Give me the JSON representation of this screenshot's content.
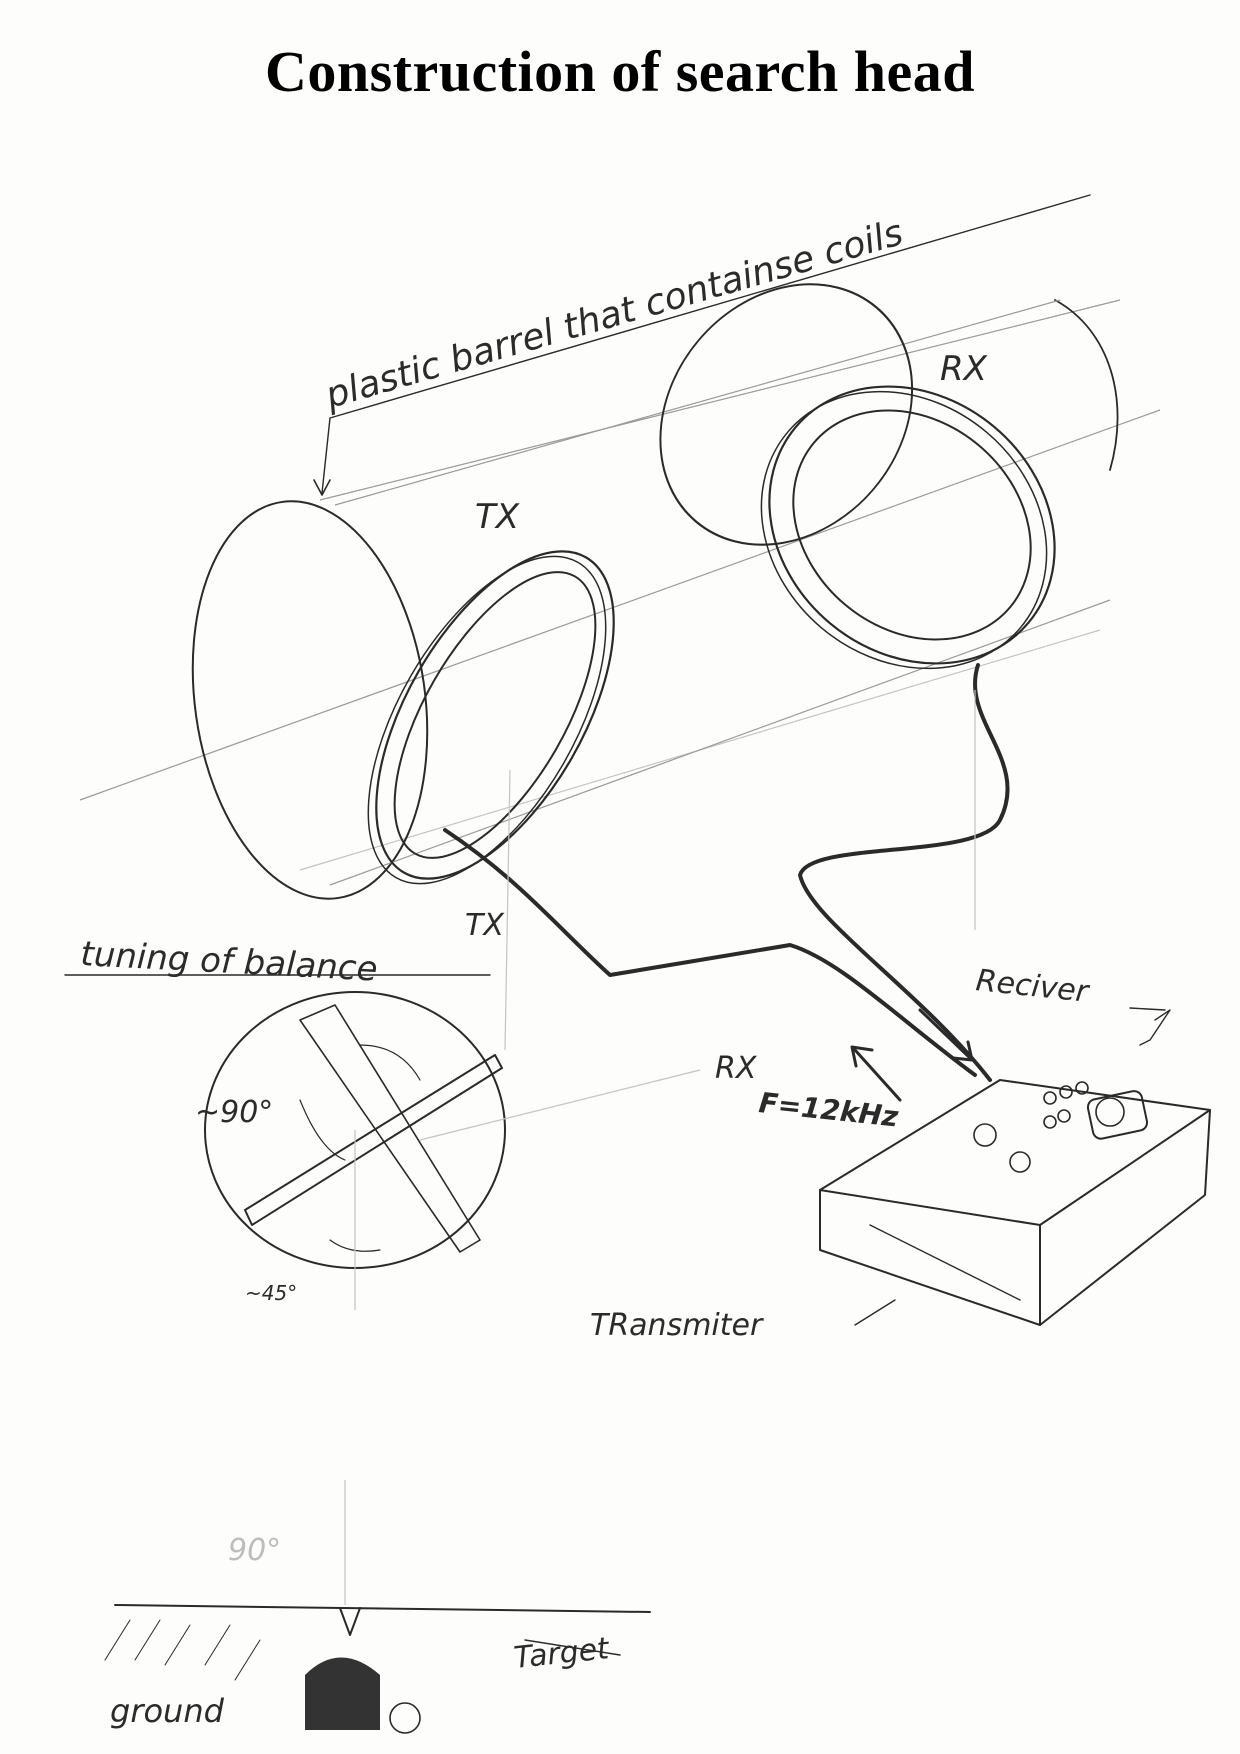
{
  "title": "Construction of search head",
  "labels": {
    "barrel": "plastic barrel that containse coils",
    "tx_coil": "TX",
    "rx_coil": "RX",
    "tx_cable": "TX",
    "rx_cable": "RX",
    "frequency": "F=12kHz",
    "receiver": "Reciver",
    "transmitter": "TRansmiter",
    "tuning": "tuning of balance",
    "angle_90": "~90°",
    "angle_45": "~45°",
    "angle_ground": "90°",
    "ground": "ground",
    "target": "Target"
  }
}
